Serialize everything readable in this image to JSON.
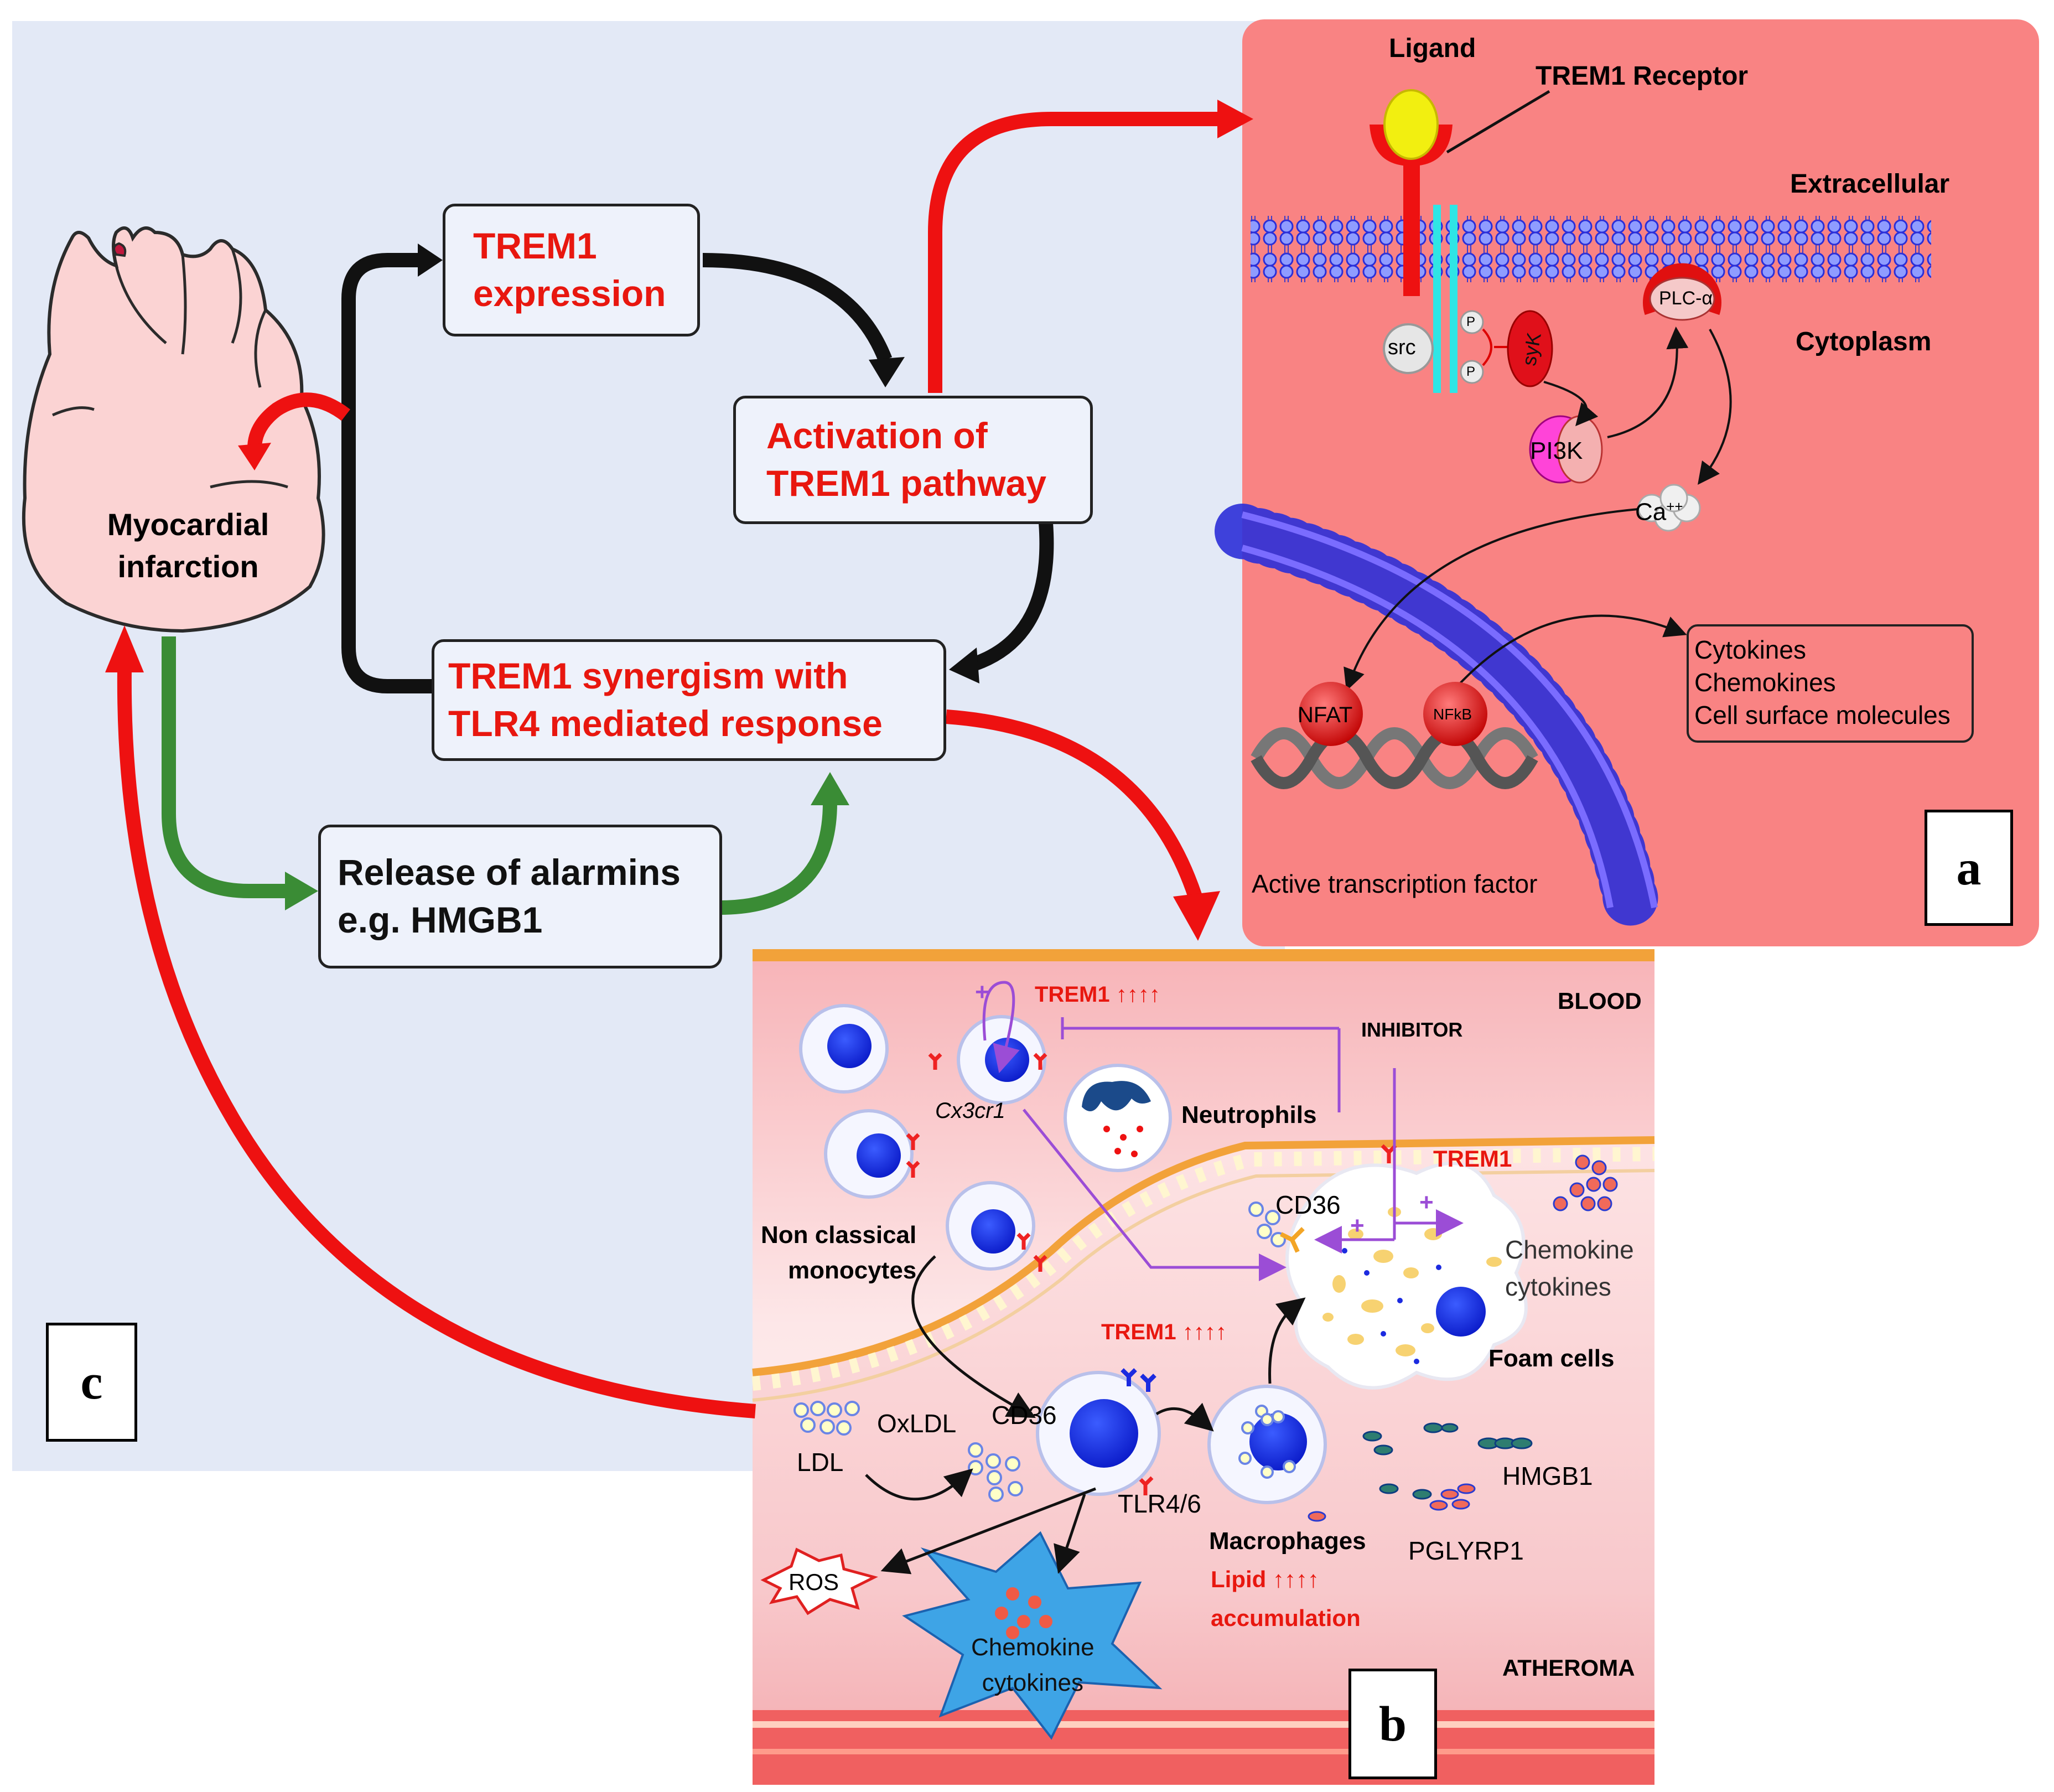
{
  "flow": {
    "heart_label_line1": "Myocardial",
    "heart_label_line2": "infarction",
    "box_expression_line1": "TREM1",
    "box_expression_line2": "expression",
    "box_activation_line1": "Activation of",
    "box_activation_line2": "TREM1 pathway",
    "box_synergism_line1": "TREM1 synergism with",
    "box_synergism_line2": "TLR4 mediated response",
    "box_alarmins_line1": "Release of alarmins",
    "box_alarmins_line2": "e.g. HMGB1",
    "panel_letter": "c"
  },
  "panel_a": {
    "ligand": "Ligand",
    "receptor": "TREM1 Receptor",
    "extracellular": "Extracellular",
    "cytoplasm": "Cytoplasm",
    "src": "src",
    "p1": "P",
    "p2": "P",
    "syk": "syK",
    "plc": "PLC-α",
    "pi3k": "PI3K",
    "ca": "Ca",
    "ca_sup": "++",
    "nfat": "NFAT",
    "nfkb": "NFkB",
    "out_line1": "Cytokines",
    "out_line2": "Chemokines",
    "out_line3": "Cell surface molecules",
    "active_tf": "Active transcription factor",
    "panel_letter": "a"
  },
  "panel_b": {
    "blood": "BLOOD",
    "atheroma": "ATHEROMA",
    "trem1_top": "TREM1",
    "trem1_top_arrows": "↑↑↑↑",
    "plus_top": "+",
    "inhibitor": "INHIBITOR",
    "cx3cr1": "Cx3cr1",
    "neutrophils": "Neutrophils",
    "trem1_foam": "TREM1",
    "cd36_foam": "CD36",
    "plus_foam_1": "+",
    "plus_foam_2": "+",
    "chemokine_right_1": "Chemokine",
    "chemokine_right_2": "cytokines",
    "non_classical_1": "Non classical",
    "non_classical_2": "monocytes",
    "trem1_mid": "TREM1",
    "trem1_mid_arrows": "↑↑↑↑",
    "foam_cells": "Foam cells",
    "oxldl": "OxLDL",
    "cd36_mono": "CD36",
    "ldl": "LDL",
    "tlr": "TLR4/6",
    "hmgb1": "HMGB1",
    "pglyrp1": "PGLYRP1",
    "macrophages": "Macrophages",
    "lipid": "Lipid",
    "lipid_arrows": "↑↑↑↑",
    "accumulation": "accumulation",
    "ros": "ROS",
    "chemokine_star_1": "Chemokine",
    "chemokine_star_2": "cytokines",
    "panel_letter": "b"
  }
}
